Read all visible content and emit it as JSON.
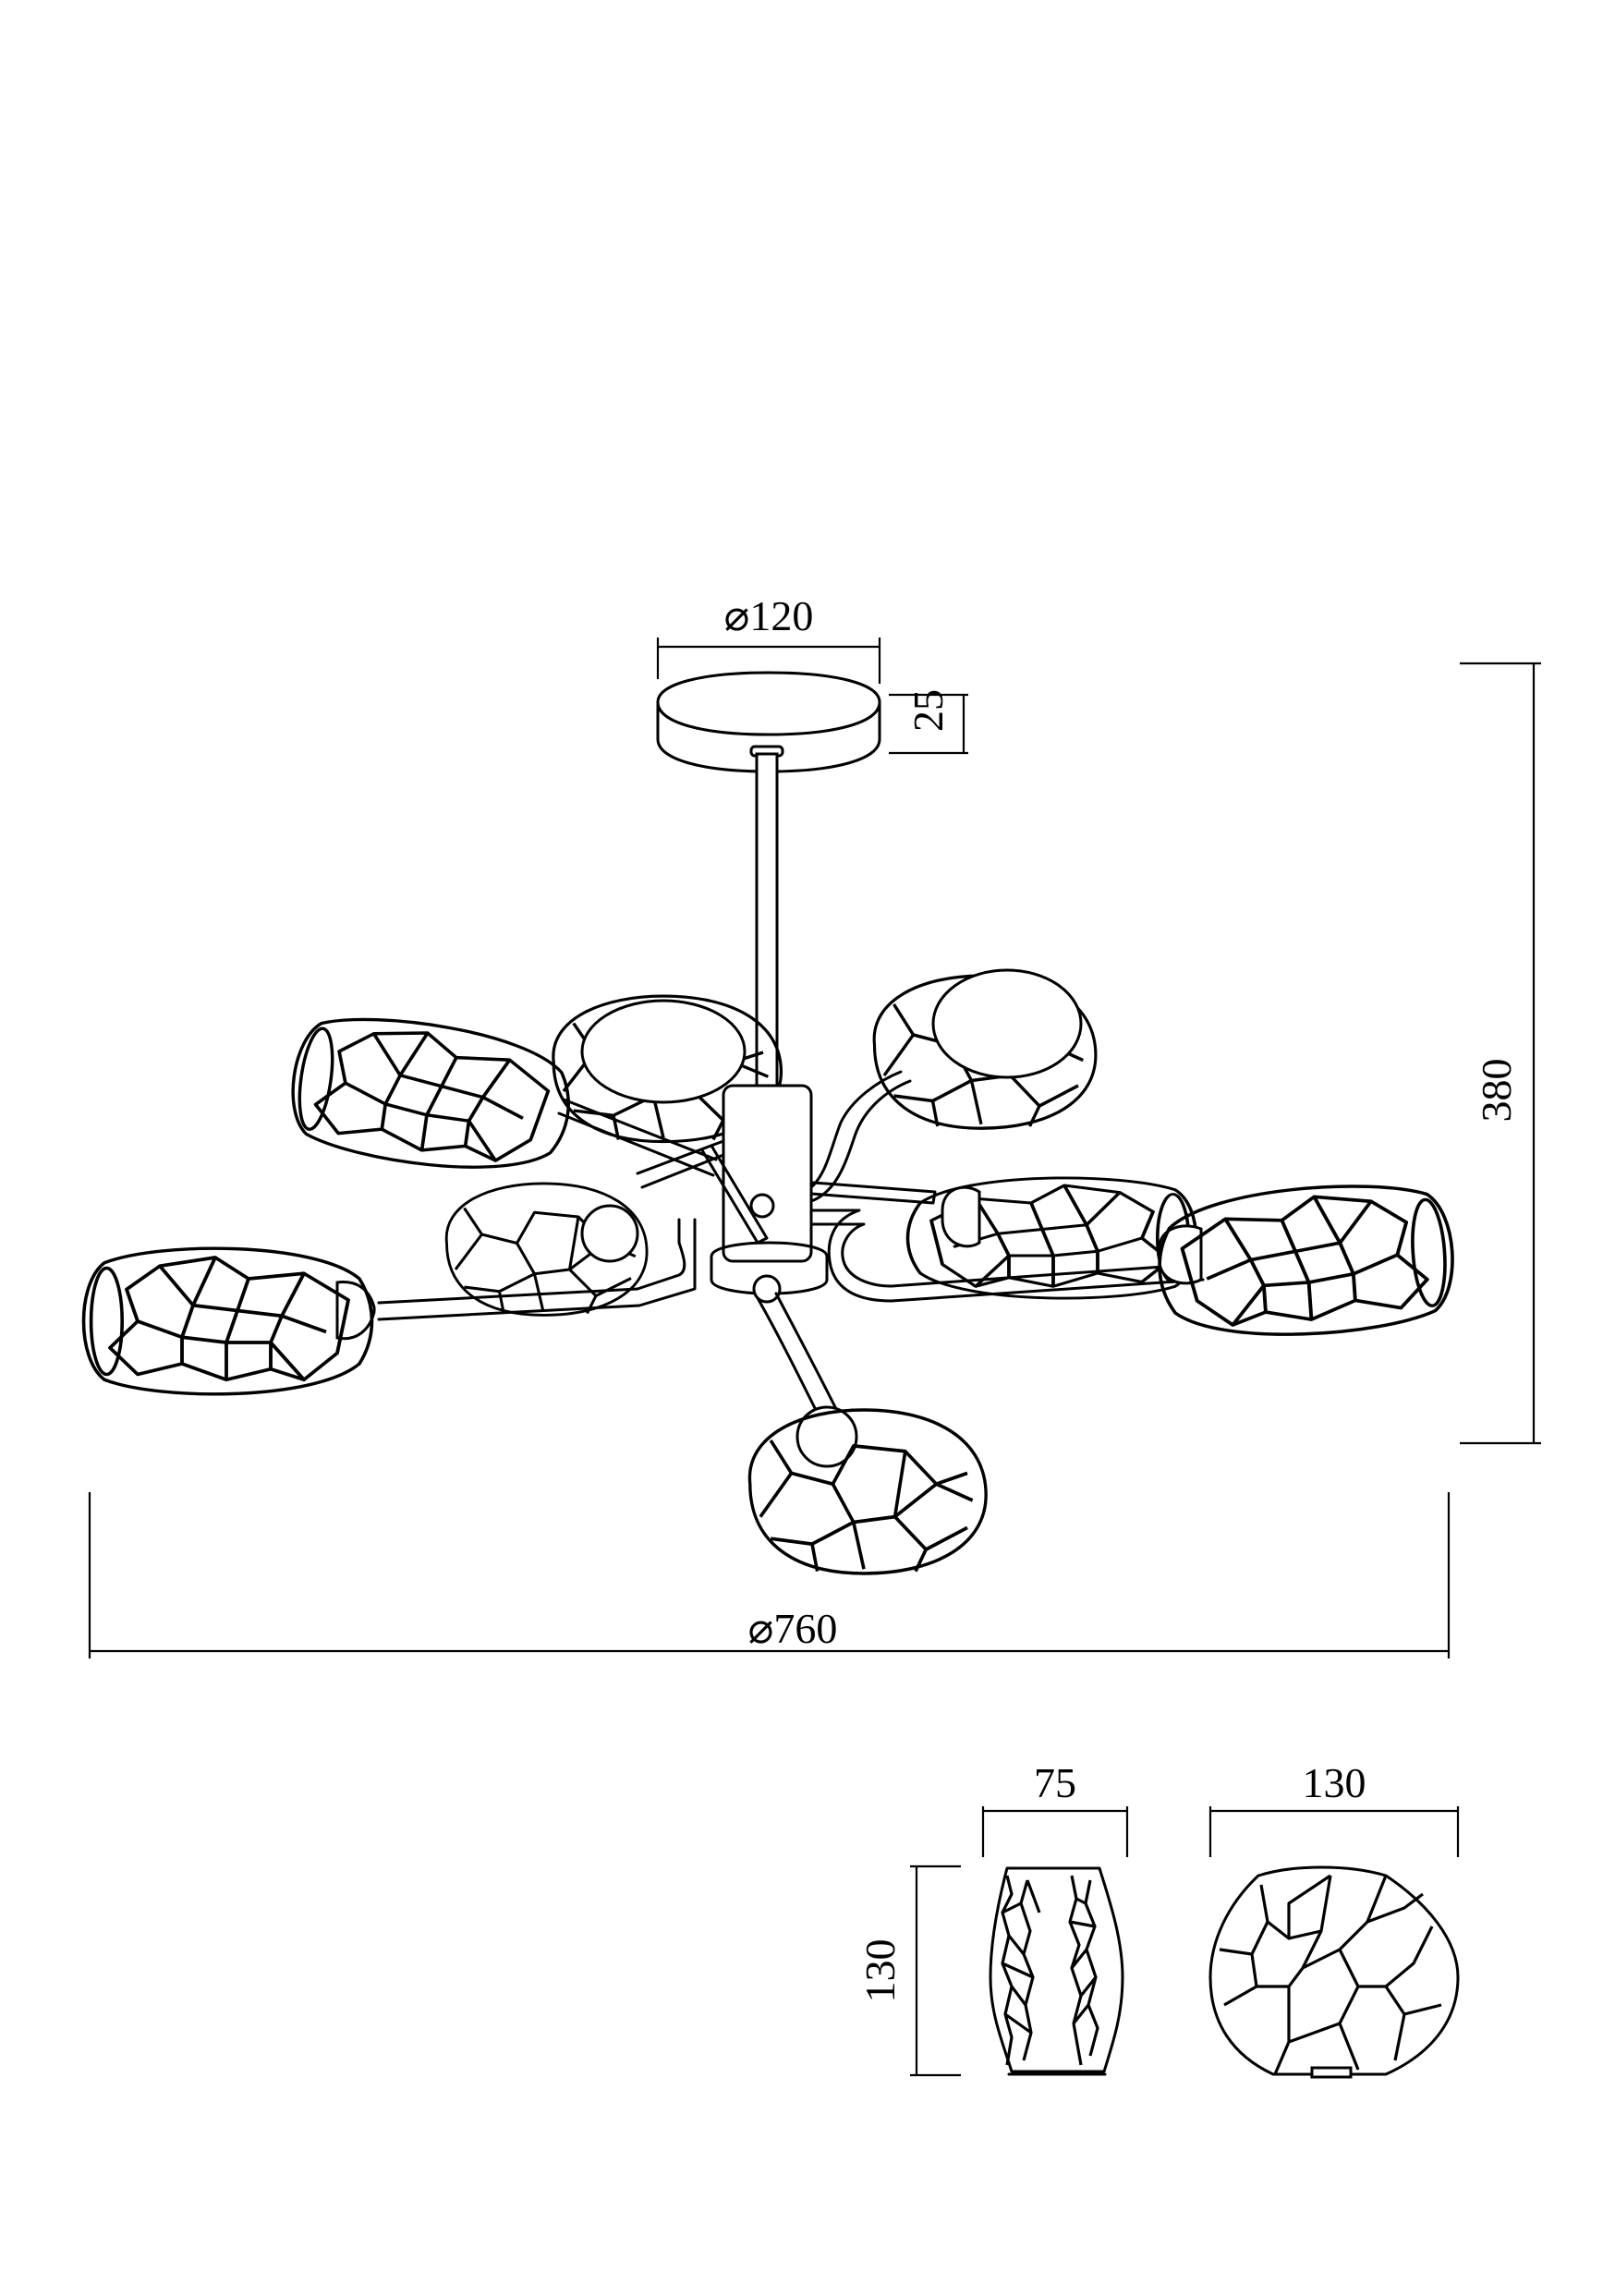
{
  "dimensions": {
    "canopy_diameter": "⌀120",
    "canopy_height": "25",
    "overall_height": "380",
    "overall_diameter": "⌀760",
    "shade_side_width": "75",
    "shade_side_height": "130",
    "shade_front_width": "130"
  },
  "icons": {
    "canopy": "canopy-disc",
    "shade": "faceted-glass-shade"
  },
  "colors": {
    "line": "#000000",
    "background": "#ffffff"
  }
}
